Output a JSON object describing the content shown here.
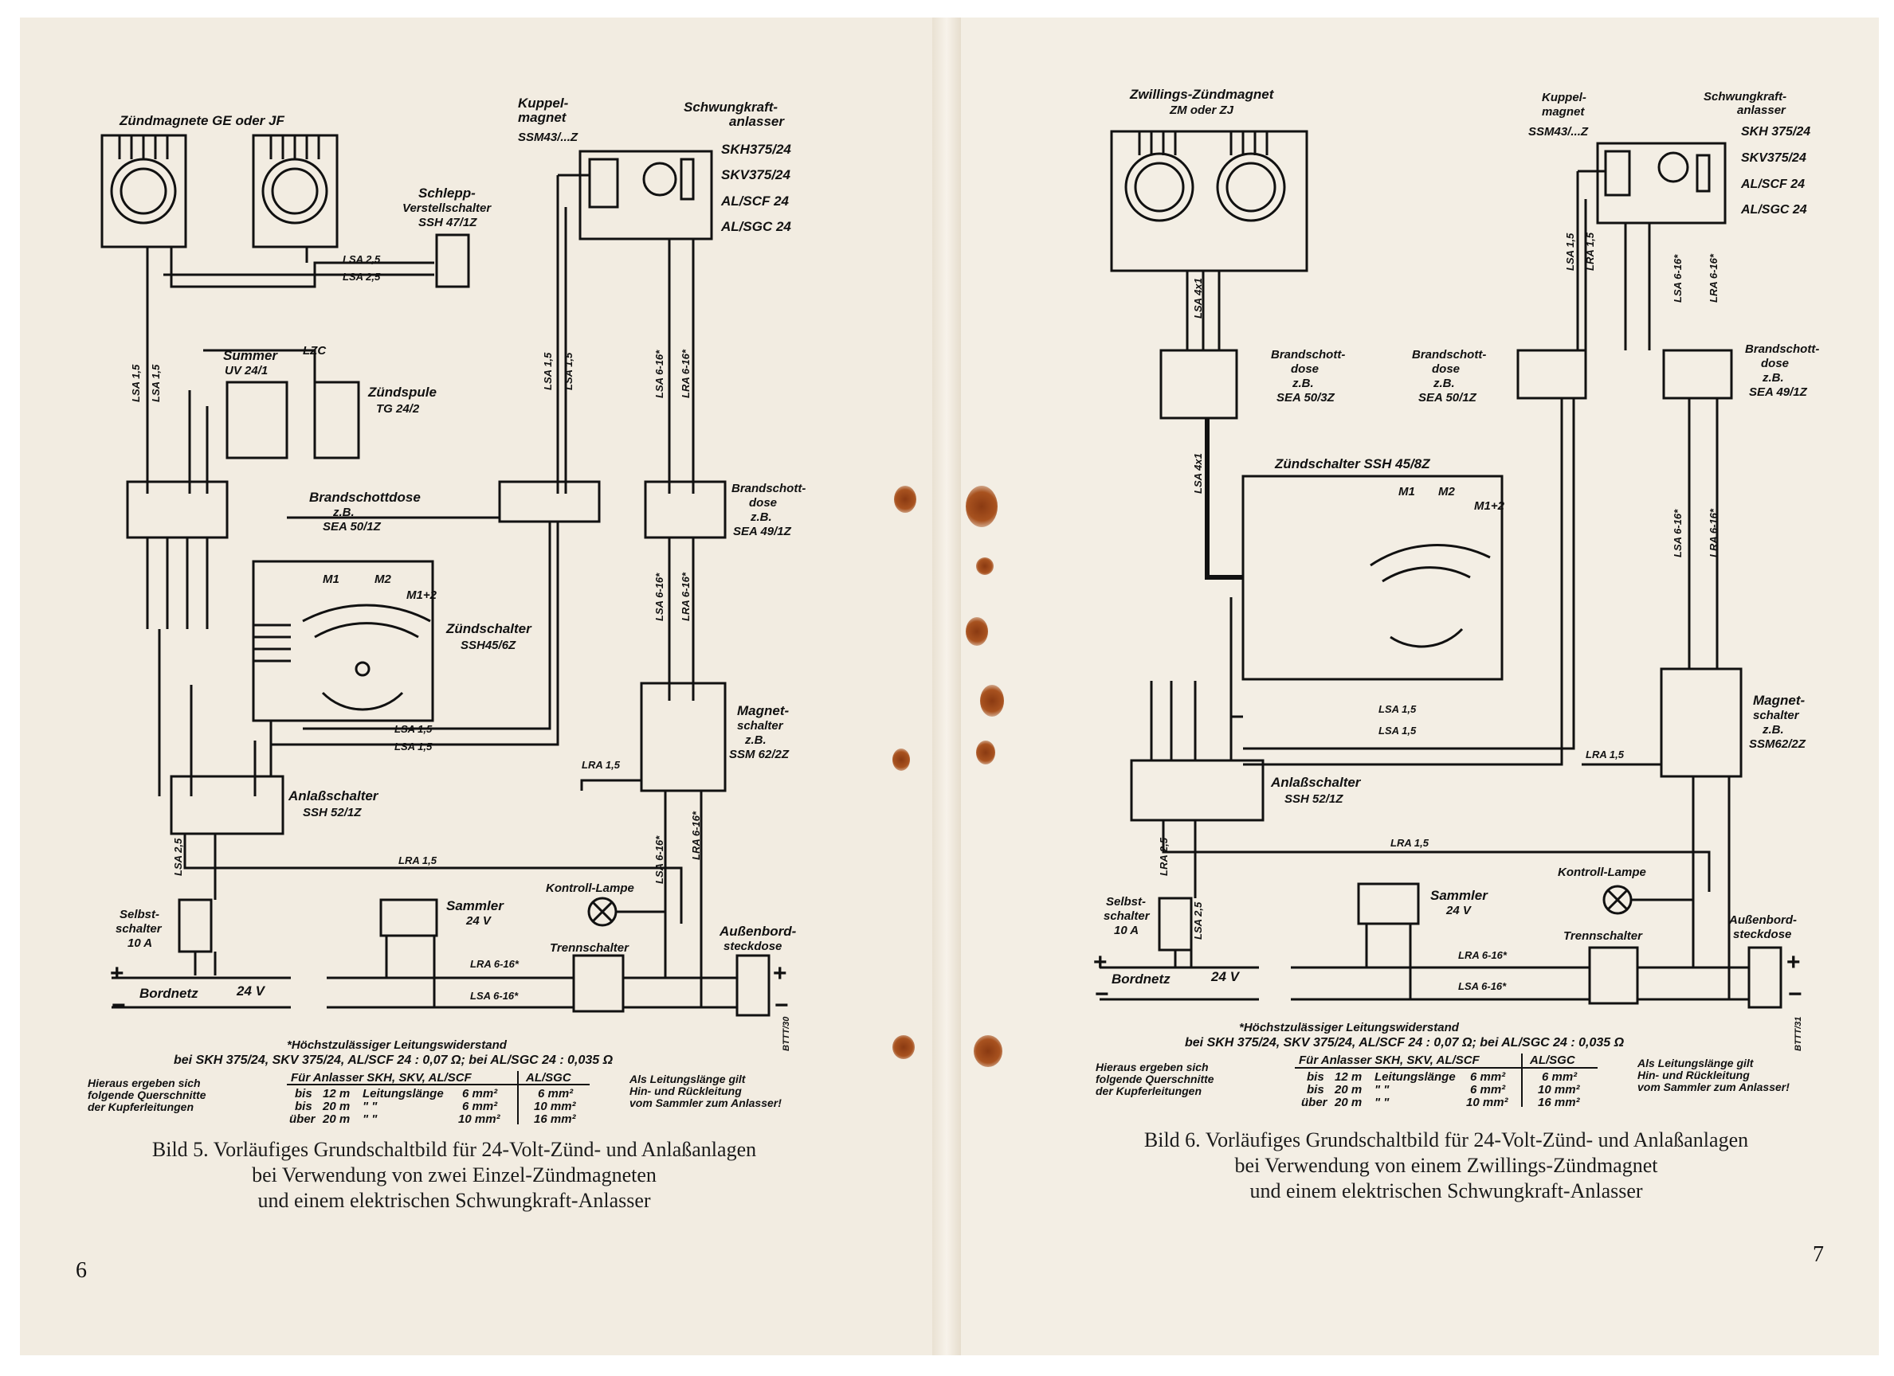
{
  "left": {
    "page_number": "6",
    "caption": [
      "Bild 5. Vorläufiges Grundschaltbild für 24-Volt-Zünd- und Anlaßanlagen",
      "bei Verwendung von zwei Einzel-Zündmagneten",
      "und einem elektrischen Schwungkraft-Anlasser"
    ],
    "labels": {
      "magnets": "Zündmagnete GE oder JF",
      "kuppel": "Kuppel-",
      "kuppel2": "magnet",
      "kuppel3": "SSM43/...Z",
      "schwung": "Schwungkraft-",
      "schwung2": "anlasser",
      "skh": "SKH375/24",
      "skv": "SKV375/24",
      "alscf": "AL/SCF 24",
      "alsgc": "AL/SGC 24",
      "schlepp": "Schlepp-",
      "schlepp2": "Verstellschalter",
      "schlepp3": "SSH 47/1Z",
      "summer": "Summer",
      "summer2": "UV 24/1",
      "lzc": "LZC",
      "zspule": "Zündspule",
      "zspule2": "TG 24/2",
      "brand1": "Brandschottdose",
      "brand1b": "z.B.",
      "brand1c": "SEA 50/1Z",
      "brand2": "Brandschott-",
      "brand2b": "dose",
      "brand2c": "z.B.",
      "brand2d": "SEA 49/1Z",
      "zschalter": "Zündschalter",
      "zschalter2": "SSH45/6Z",
      "magschalter": "Magnet-",
      "magschalter2": "schalter",
      "magschalter3": "z.B.",
      "magschalter4": "SSM 62/2Z",
      "anlass": "Anlaßschalter",
      "anlass2": "SSH 52/1Z",
      "selbst": "Selbst-",
      "selbst2": "schalter",
      "selbst3": "10 A",
      "sammler": "Sammler",
      "sammler2": "24 V",
      "kontroll": "Kontroll-Lampe",
      "trenn": "Trennschalter",
      "aussen": "Außenbord-",
      "aussen2": "steckdose",
      "bordnetz": "Bordnetz",
      "v24": "24 V",
      "lsa25": "LSA 2,5",
      "lsa15": "LSA 1,5",
      "lra15": "LRA 1,5",
      "lsa616": "LSA 6-16*",
      "lra616": "LRA 6-16*",
      "m1": "M1",
      "m2": "M2",
      "m12": "M1+2",
      "fignum": "BTTT/30"
    },
    "note_title": "*Höchstzulässiger Leitungswiderstand",
    "note_line": "bei SKH 375/24, SKV 375/24, AL/SCF 24 : 0,07 Ω;  bei AL/SGC 24 : 0,035 Ω",
    "note_left": [
      "Hieraus ergeben sich",
      "folgende Querschnitte",
      "der Kupferleitungen"
    ],
    "note_right": [
      "Als Leitungslänge gilt",
      "Hin- und Rückleitung",
      "vom Sammler zum Anlasser!"
    ],
    "table_head": [
      "Für Anlasser SKH, SKV, AL/SCF",
      "AL/SGC"
    ],
    "table_rows": [
      [
        "bis",
        "12 m",
        "Leitungslänge",
        "6 mm²",
        "6 mm²"
      ],
      [
        "bis",
        "20 m",
        "\"      \"",
        "6 mm²",
        "10 mm²"
      ],
      [
        "über",
        "20 m",
        "\"      \"",
        "10 mm²",
        "16 mm²"
      ]
    ]
  },
  "right": {
    "page_number": "7",
    "caption": [
      "Bild 6.  Vorläufiges Grundschaltbild für 24-Volt-Zünd- und Anlaßanlagen",
      "bei Verwendung von einem Zwillings-Zündmagnet",
      "und einem elektrischen Schwungkraft-Anlasser"
    ],
    "labels": {
      "magnet": "Zwillings-Zündmagnet",
      "magnet2": "ZM oder ZJ",
      "kuppel": "Kuppel-",
      "kuppel2": "magnet",
      "kuppel3": "SSM43/...Z",
      "schwung": "Schwungkraft-",
      "schwung2": "anlasser",
      "skh": "SKH 375/24",
      "skv": "SKV375/24",
      "alscf": "AL/SCF 24",
      "alsgc": "AL/SGC 24",
      "brandA": "Brandschott-",
      "brandA2": "dose",
      "brandA3": "z.B.",
      "brandA4": "SEA 50/3Z",
      "brandB": "Brandschott-",
      "brandB2": "dose",
      "brandB3": "z.B.",
      "brandB4": "SEA 50/1Z",
      "brandC": "Brandschott-",
      "brandC2": "dose",
      "brandC3": "z.B.",
      "brandC4": "SEA 49/1Z",
      "zschalter": "Zündschalter SSH 45/8Z",
      "magschalter": "Magnet-",
      "magschalter2": "schalter",
      "magschalter3": "z.B.",
      "magschalter4": "SSM62/2Z",
      "anlass": "Anlaßschalter",
      "anlass2": "SSH 52/1Z",
      "selbst": "Selbst-",
      "selbst2": "schalter",
      "selbst3": "10 A",
      "sammler": "Sammler",
      "sammler2": "24 V",
      "kontroll": "Kontroll-Lampe",
      "trenn": "Trennschalter",
      "aussen": "Außenbord-",
      "aussen2": "steckdose",
      "bordnetz": "Bordnetz",
      "v24": "24 V",
      "lsa4x1": "LSA 4x1",
      "lsa15": "LSA 1,5",
      "lra15": "LRA 1,5",
      "lsa25": "LSA 2,5",
      "lra25": "LRA 2,5",
      "lsa616": "LSA 6-16*",
      "lra616": "LRA 6-16*",
      "m1": "M1",
      "m2": "M2",
      "m12": "M1+2",
      "fignum": "BTTT/31"
    },
    "note_title": "*Höchstzulässiger Leitungswiderstand",
    "note_line": "bei SKH 375/24, SKV 375/24, AL/SCF 24 : 0,07 Ω;  bei AL/SGC 24 : 0,035 Ω",
    "note_left": [
      "Hieraus ergeben sich",
      "folgende Querschnitte",
      "der Kupferleitungen"
    ],
    "note_right": [
      "Als Leitungslänge gilt",
      "Hin- und Rückleitung",
      "vom Sammler zum Anlasser!"
    ],
    "table_head": [
      "Für Anlasser SKH, SKV, AL/SCF",
      "AL/SGC"
    ],
    "table_rows": [
      [
        "bis",
        "12 m",
        "Leitungslänge",
        "6 mm²",
        "6 mm²"
      ],
      [
        "bis",
        "20 m",
        "\"      \"",
        "6 mm²",
        "10 mm²"
      ],
      [
        "über",
        "20 m",
        "\"      \"",
        "10 mm²",
        "16 mm²"
      ]
    ]
  }
}
